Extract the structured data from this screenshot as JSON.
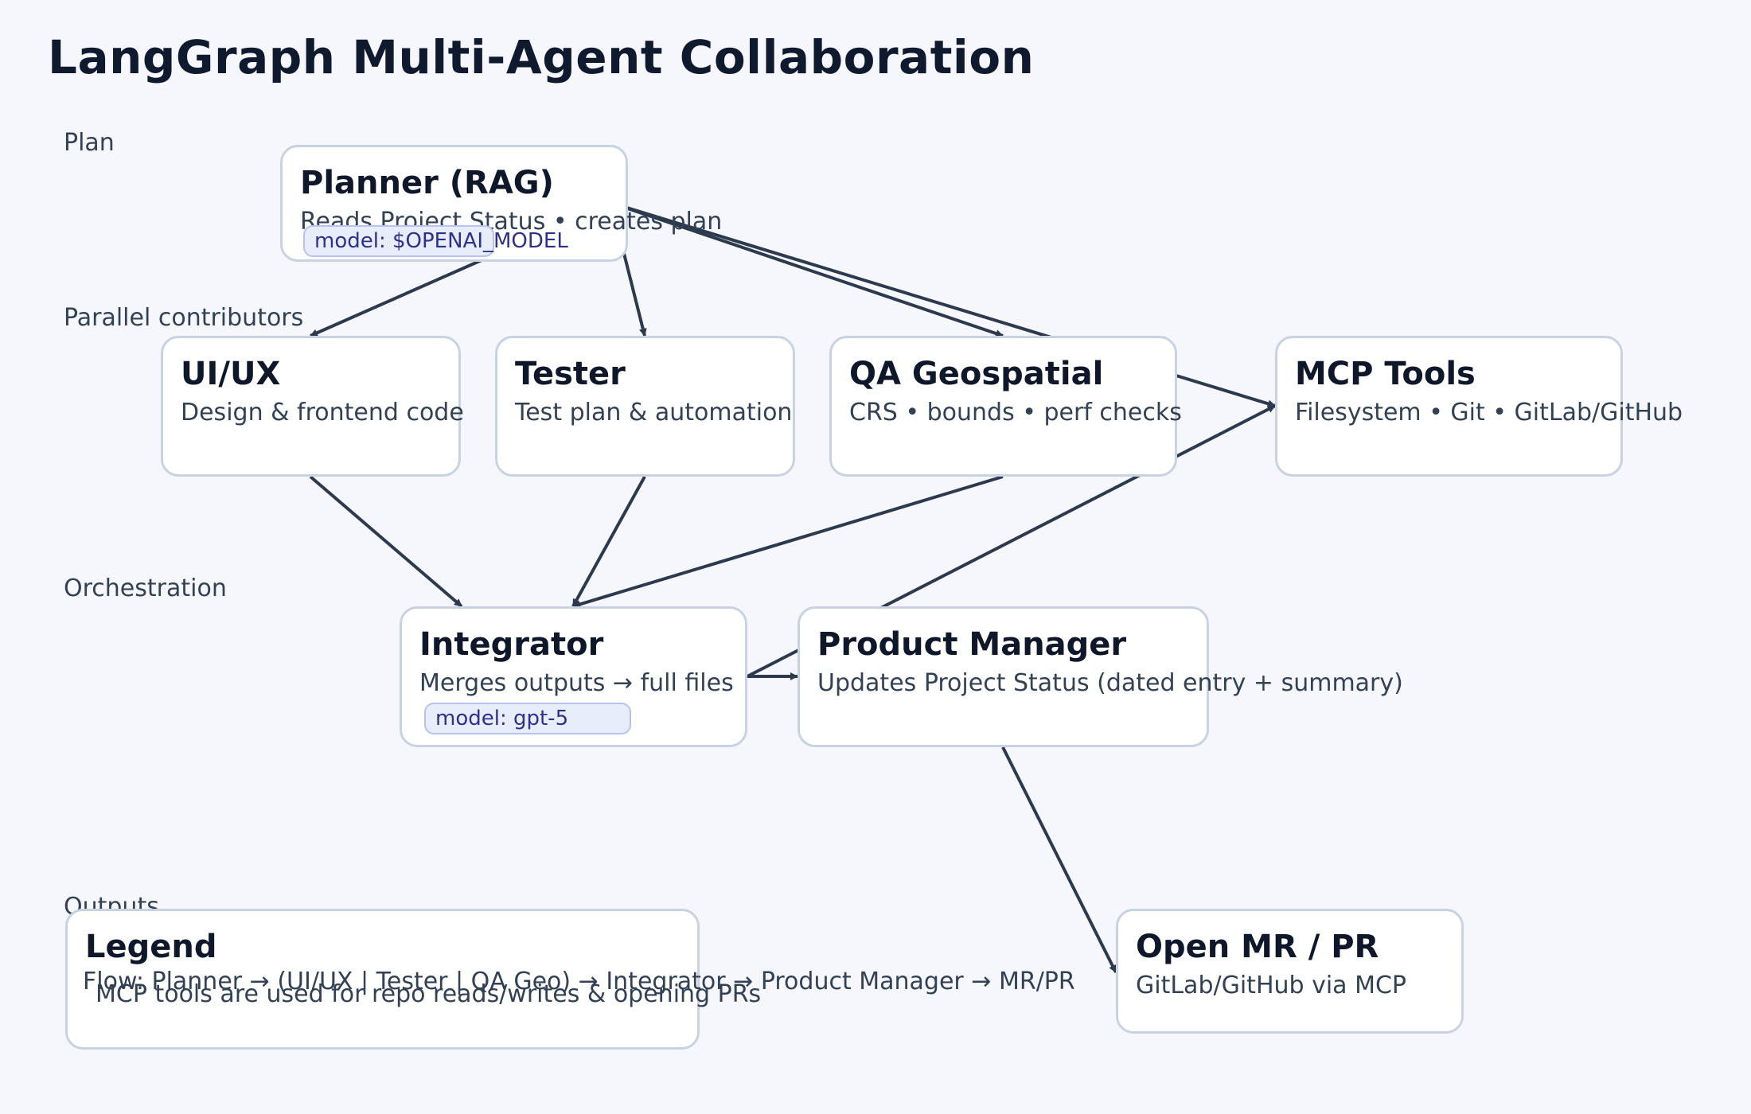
{
  "title": "LangGraph Multi-Agent Collaboration",
  "lanes": {
    "plan": "Plan",
    "parallel": "Parallel contributors",
    "orchestration": "Orchestration",
    "outputs": "Outputs"
  },
  "nodes": {
    "planner": {
      "title": "Planner (RAG)",
      "subtitle": "Reads Project Status • creates plan",
      "badge": "model: $OPENAI_MODEL"
    },
    "uiux": {
      "title": "UI/UX",
      "subtitle": "Design & frontend code"
    },
    "tester": {
      "title": "Tester",
      "subtitle": "Test plan & automation"
    },
    "qa_geo": {
      "title": "QA Geospatial",
      "subtitle": "CRS • bounds • perf checks"
    },
    "mcp_tools": {
      "title": "MCP Tools",
      "subtitle": "Filesystem • Git • GitLab/GitHub"
    },
    "integrator": {
      "title": "Integrator",
      "subtitle": "Merges outputs → full files",
      "badge": "model: gpt-5"
    },
    "product_manager": {
      "title": "Product Manager",
      "subtitle": "Updates Project Status (dated entry + summary)"
    },
    "open_pr": {
      "title": "Open MR / PR",
      "subtitle": "GitLab/GitHub via MCP"
    }
  },
  "legend": {
    "title": "Legend",
    "line1": "Flow: Planner → (UI/UX | Tester | QA Geo) → Integrator → Product Manager → MR/PR",
    "line2": "MCP tools are used for repo reads/writes & opening PRs"
  },
  "edges": [
    {
      "from": "planner",
      "to": "uiux"
    },
    {
      "from": "planner",
      "to": "tester"
    },
    {
      "from": "planner",
      "to": "qa_geo"
    },
    {
      "from": "planner",
      "to": "mcp_tools"
    },
    {
      "from": "uiux",
      "to": "integrator"
    },
    {
      "from": "tester",
      "to": "integrator"
    },
    {
      "from": "qa_geo",
      "to": "integrator"
    },
    {
      "from": "integrator",
      "to": "product_manager"
    },
    {
      "from": "integrator",
      "to": "mcp_tools"
    },
    {
      "from": "product_manager",
      "to": "open_pr"
    }
  ],
  "colors": {
    "background": "#f5f7fc",
    "node_border": "#c8d2e0",
    "edge": "#2d3a4d",
    "badge_fill": "#e8edfb",
    "badge_text": "#2e318a"
  }
}
